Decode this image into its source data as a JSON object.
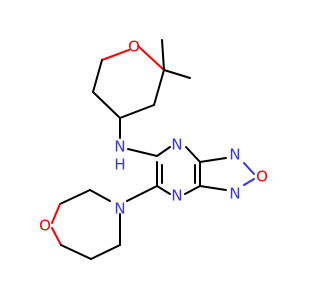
{
  "molecule": {
    "atoms": {
      "ring_oxygen": "O",
      "morpholine_oxygen": "O",
      "furazan_oxygen": "O",
      "amine_n": "N",
      "amine_h": "H",
      "morpholine_n": "N",
      "pyrazine_n_top": "N",
      "pyrazine_n_bottom": "N",
      "furazan_n_top": "N",
      "furazan_n_bottom": "N"
    }
  },
  "colors": {
    "carbon": "#000000",
    "nitrogen": "#3333ff",
    "oxygen": "#ff0000",
    "background": "#ffffff"
  }
}
